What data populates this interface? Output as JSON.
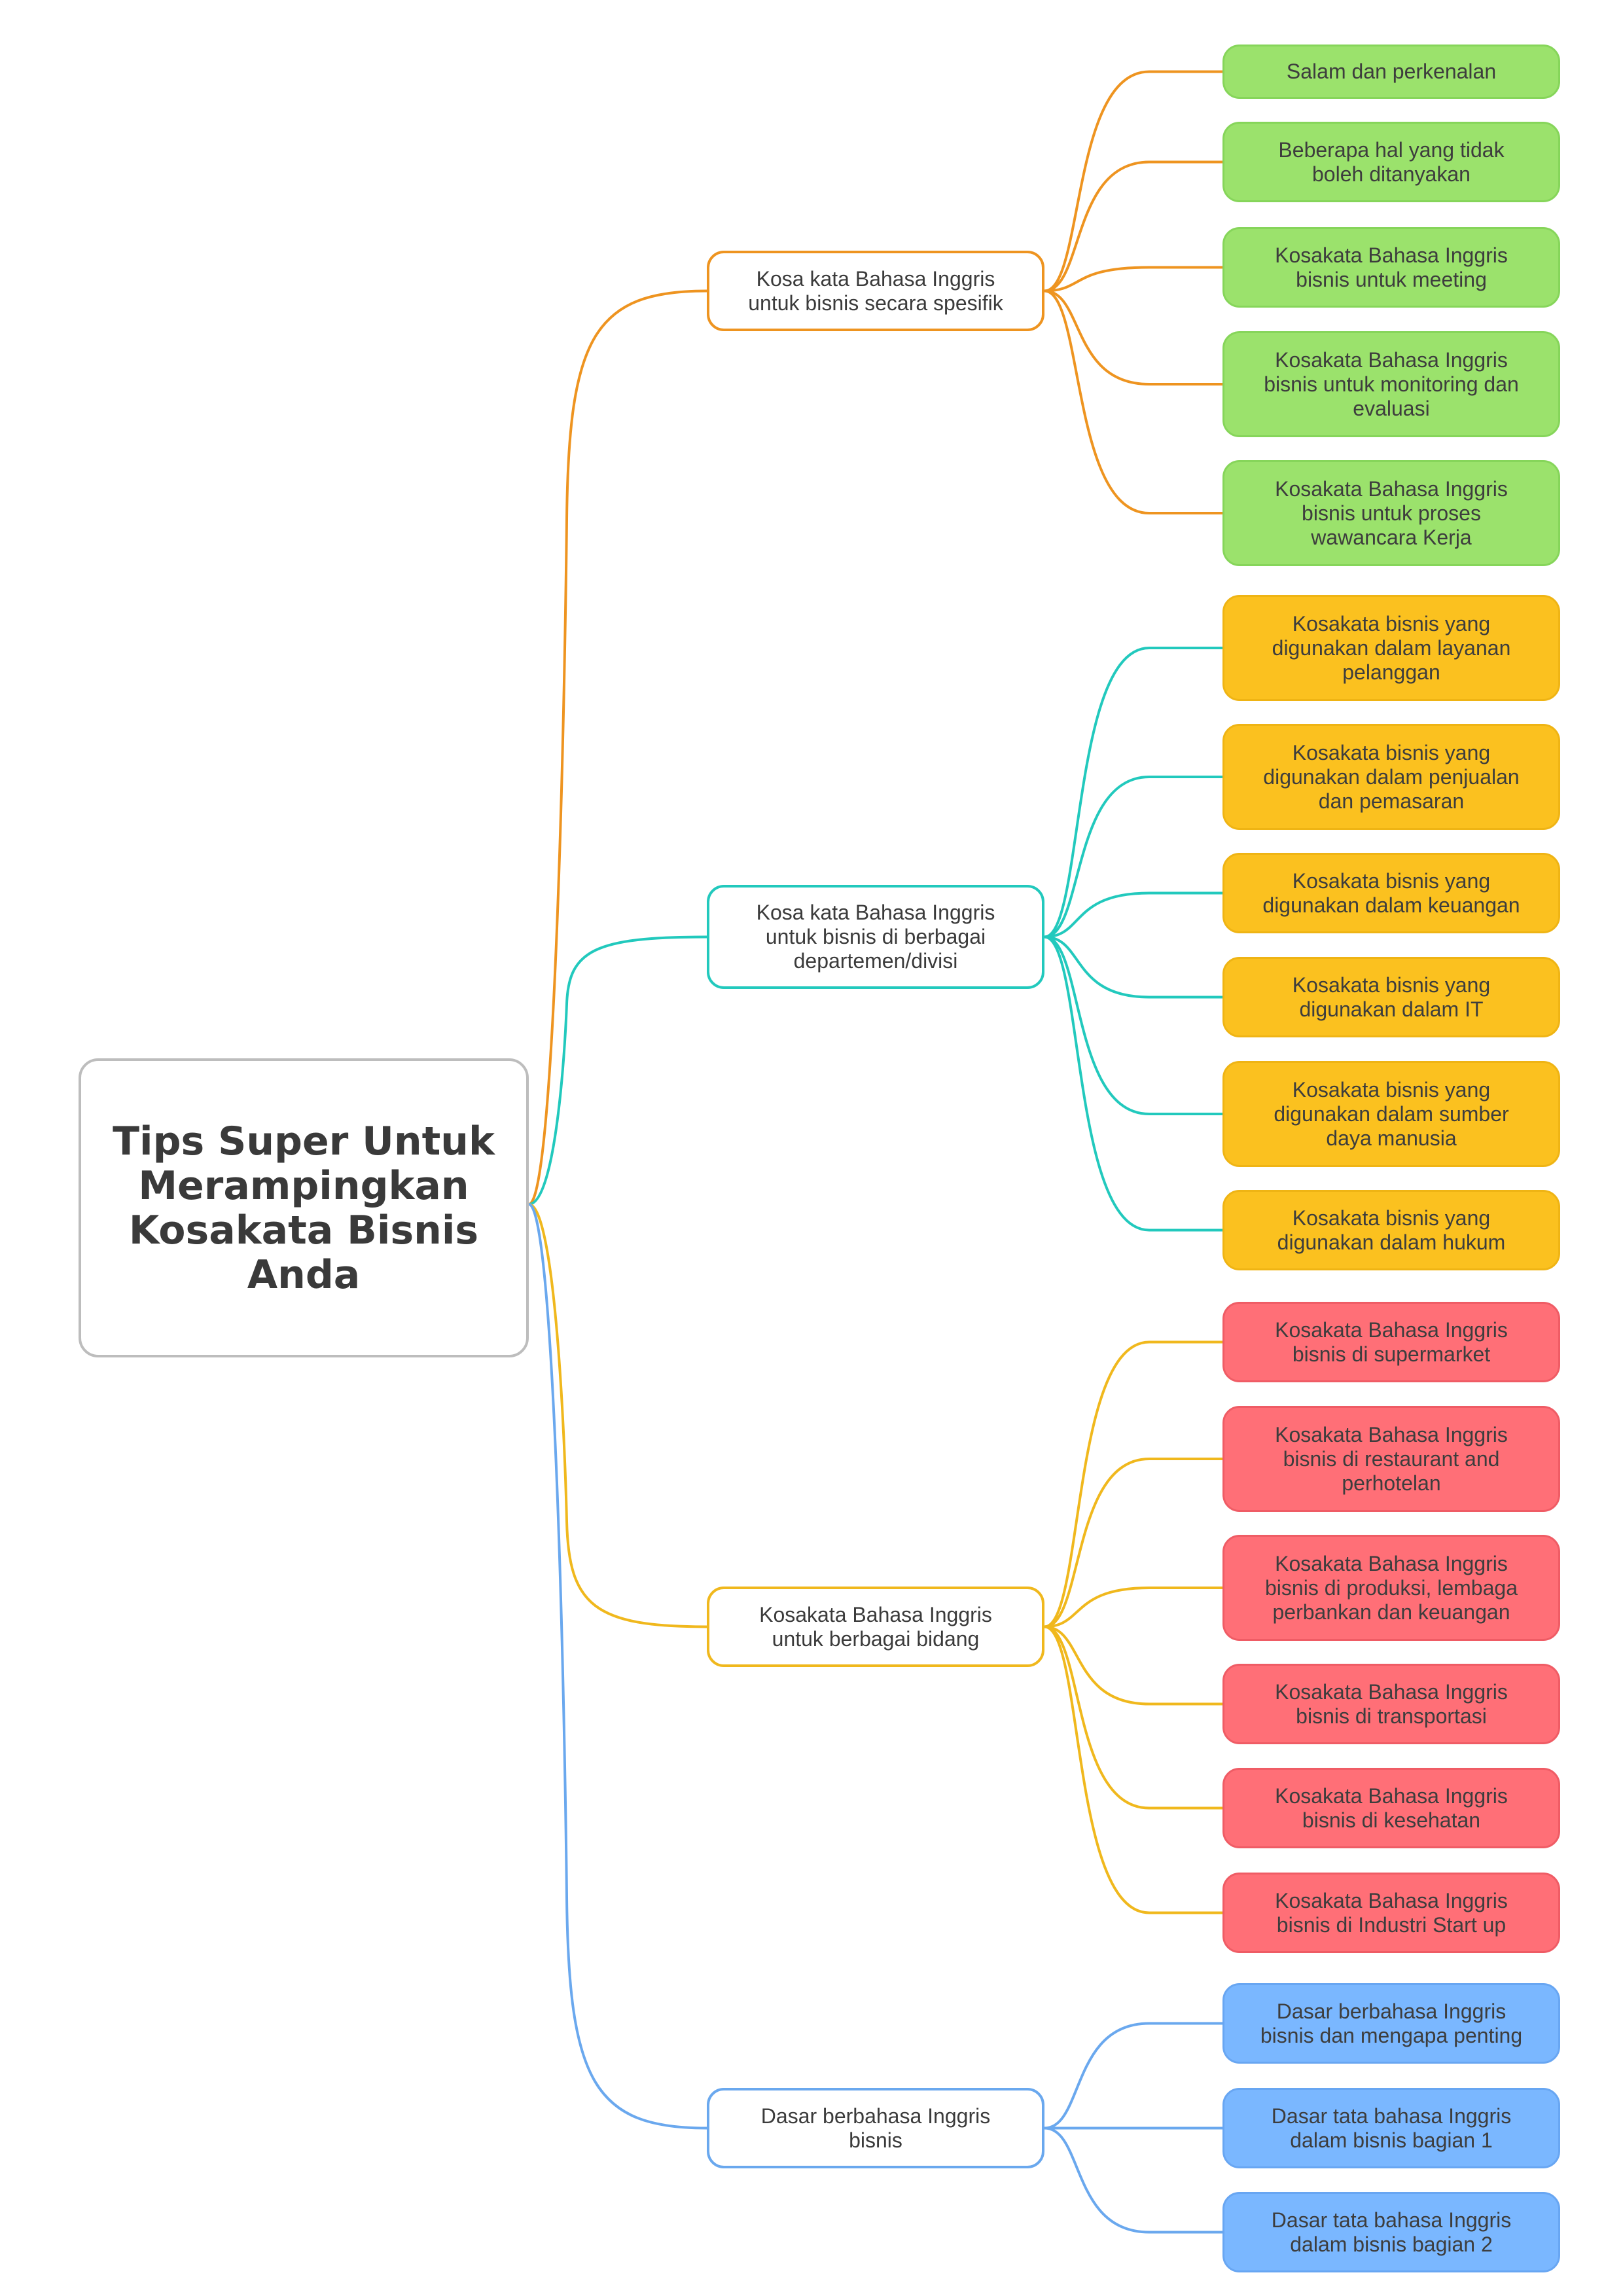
{
  "root": {
    "title": "Tips Super Untuk Merampingkan Kosakata Bisnis Anda"
  },
  "branches": [
    {
      "label": "Kosa kata Bahasa Inggris\nuntuk bisnis secara spesifik",
      "line_color": "#ee9420",
      "leaf_color": "#9be26c",
      "leaf_border": "#86d55a",
      "leaves": [
        "Salam dan perkenalan",
        "Beberapa hal yang tidak\nboleh ditanyakan",
        "Kosakata Bahasa Inggris\nbisnis untuk meeting",
        "Kosakata Bahasa Inggris\nbisnis untuk monitoring dan\nevaluasi",
        "Kosakata Bahasa Inggris\nbisnis untuk proses\nwawancara Kerja"
      ]
    },
    {
      "label": "Kosa kata Bahasa Inggris\nuntuk bisnis di berbagai\ndepartemen/divisi",
      "line_color": "#22c9bd",
      "leaf_color": "#fbc11f",
      "leaf_border": "#efb414",
      "leaves": [
        "Kosakata bisnis yang\ndigunakan dalam layanan\npelanggan",
        "Kosakata bisnis yang\ndigunakan dalam penjualan\ndan pemasaran",
        "Kosakata bisnis yang\ndigunakan dalam keuangan",
        "Kosakata bisnis yang\ndigunakan dalam IT",
        "Kosakata bisnis yang\ndigunakan dalam sumber\ndaya manusia",
        "Kosakata bisnis yang\ndigunakan dalam hukum"
      ]
    },
    {
      "label": "Kosakata Bahasa Inggris\nuntuk berbagai bidang",
      "line_color": "#f0b81d",
      "leaf_color": "#ff6f77",
      "leaf_border": "#ef5c65",
      "leaves": [
        "Kosakata Bahasa Inggris\nbisnis di supermarket",
        "Kosakata Bahasa Inggris\nbisnis di restaurant and\nperhotelan",
        "Kosakata Bahasa Inggris\nbisnis di produksi, lembaga\nperbankan dan keuangan",
        "Kosakata Bahasa Inggris\nbisnis di transportasi",
        "Kosakata Bahasa Inggris\nbisnis di kesehatan",
        "Kosakata Bahasa Inggris\nbisnis di Industri Start up"
      ]
    },
    {
      "label": "Dasar berbahasa Inggris\nbisnis",
      "line_color": "#6aa8ee",
      "leaf_color": "#7ab7ff",
      "leaf_border": "#68a6f2",
      "leaves": [
        "Dasar berbahasa Inggris\nbisnis dan mengapa penting",
        "Dasar tata bahasa Inggris\ndalam bisnis bagian 1",
        "Dasar tata bahasa Inggris\ndalam bisnis bagian 2"
      ]
    }
  ]
}
